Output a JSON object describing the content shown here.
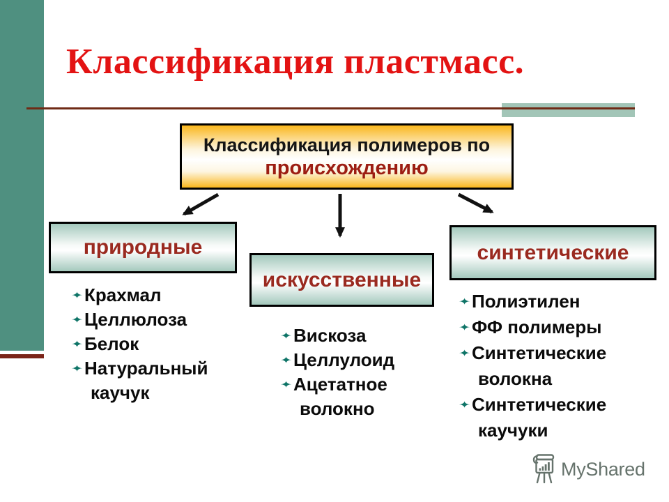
{
  "slide": {
    "title": "Классификация пластмасс.",
    "root_box": {
      "line1": "Классификация полимеров по",
      "line2": "происхождению"
    },
    "branches": [
      {
        "id": "natural",
        "label": "природные",
        "items": [
          {
            "text": "Крахмал"
          },
          {
            "text": "Целлюлоза"
          },
          {
            "text": "Белок"
          },
          {
            "text": "Натуральный"
          },
          {
            "text": "каучук",
            "cont": true
          }
        ]
      },
      {
        "id": "artificial",
        "label": "искусственные",
        "items": [
          {
            "text": "Вискоза"
          },
          {
            "text": "Целлулоид"
          },
          {
            "text": "Ацетатное"
          },
          {
            "text": "волокно",
            "cont": true
          }
        ]
      },
      {
        "id": "synthetic",
        "label": "синтетические",
        "items": [
          {
            "text": "Полиэтилен"
          },
          {
            "text": "ФФ полимеры"
          },
          {
            "text": "Синтетические"
          },
          {
            "text": "волокна",
            "cont": true
          },
          {
            "text": "Синтетические"
          },
          {
            "text": "каучуки",
            "cont": true
          }
        ]
      }
    ],
    "watermark": {
      "brand": "MyShared"
    }
  },
  "icons": {
    "bullet": "star-bullet",
    "watermark": "flipchart-easel"
  },
  "colors": {
    "accent_bar": "#4F9080",
    "accent_bar_underline": "#7B2418",
    "title_red": "#E31313",
    "divider_maroon": "#6F2B16",
    "divider_accent_teal": "#A2C5B7",
    "box_border": "#000000",
    "root_box_yellow": "#FAB71E",
    "root_box_subtitle_red": "#9C1D12",
    "branch_box_teal": "#A4C9BD",
    "box_label_maroon": "#9A2A20",
    "bullet_teal": "#0E7467",
    "watermark_gray": "#66736C",
    "arrow_black": "#111111"
  }
}
